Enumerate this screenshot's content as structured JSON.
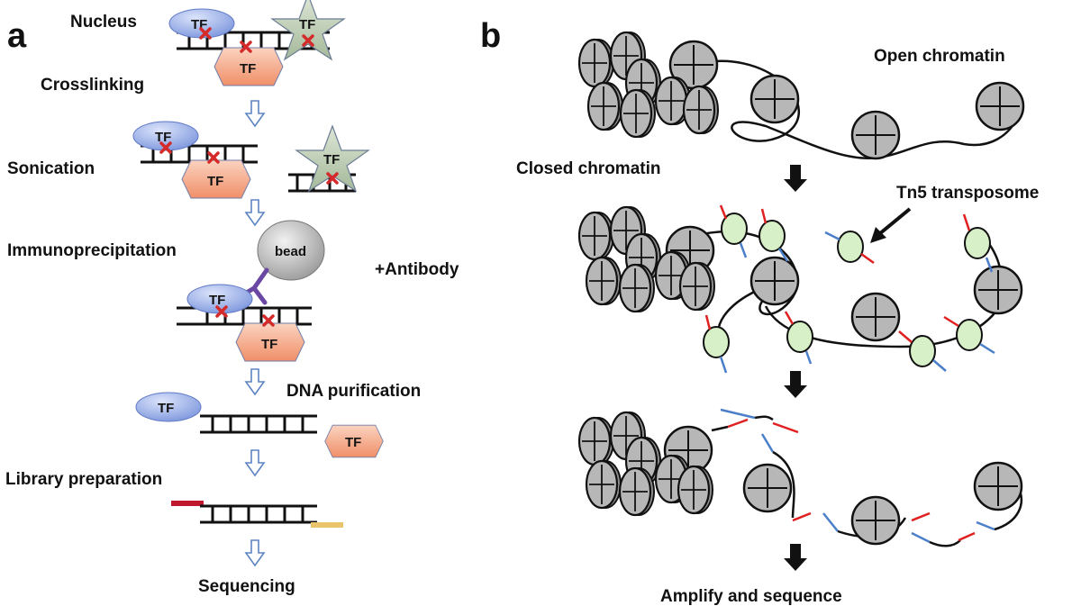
{
  "panel_a": {
    "letter": "a",
    "labels": {
      "nucleus": "Nucleus",
      "crosslinking": "Crosslinking",
      "sonication": "Sonication",
      "immunoprecipitation": "Immunoprecipitation",
      "antibody": "+Antibody",
      "dna_purification": "DNA purification",
      "library_preparation": "Library preparation",
      "sequencing": "Sequencing"
    },
    "tf_label": "TF",
    "bead_label": "bead"
  },
  "panel_b": {
    "letter": "b",
    "labels": {
      "open_chromatin": "Open chromatin",
      "closed_chromatin": "Closed chromatin",
      "tn5_transposome": "Tn5 transposome",
      "amplify_and_sequence": "Amplify and sequence"
    }
  },
  "colors": {
    "tf_oval": "#b3c3ee",
    "tf_hexagon": "#f6b195",
    "tf_star": "#b9cbb0",
    "bead": "#d2d2d2",
    "antibody": "#6a47a2",
    "crosslink": "#d42a2a",
    "nucleosome": "#b7b7b7",
    "tn5": "#d8f0c8",
    "adapter_red": "#e02020",
    "adapter_blue": "#4b7fc9",
    "arrow_outline": "#5d84c4",
    "black_arrow": "#111111",
    "library_adapter_left": "#c0182e",
    "library_adapter_right": "#e9c46a"
  }
}
